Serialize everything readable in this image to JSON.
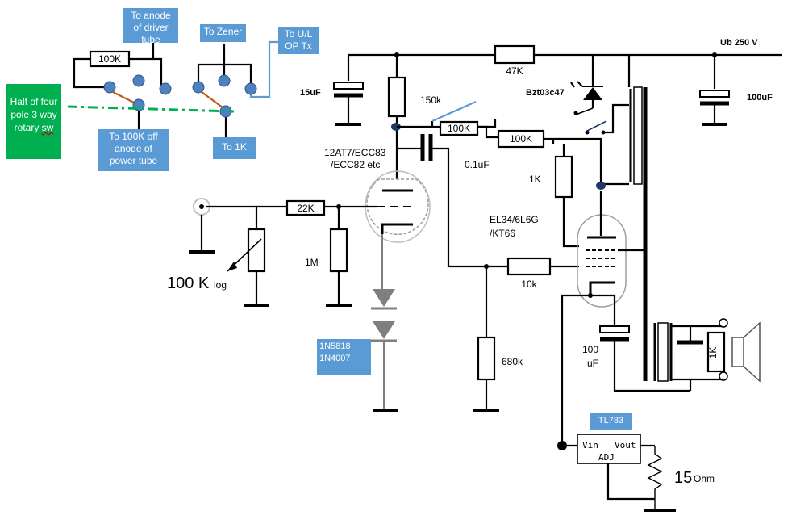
{
  "callouts": {
    "to_anode_driver": "To anode of driver tube",
    "to_zener": "To Zener",
    "to_ul": "To U/L OP Tx",
    "rotary_sw_pre": "Half of four pole 3 way rotary ",
    "rotary_sw_post": "sw",
    "to_100k_power": "To 100K off anode of power tube",
    "to_1k": "To 1K",
    "diodes_a": "1N5818",
    "diodes_b": "1N4007",
    "tl783": "TL783"
  },
  "switch": {
    "resistor": "100K"
  },
  "labels": {
    "ub": "Ub 250 V",
    "r47k": "47K",
    "c15uf": "15uF",
    "r150k": "150k",
    "bzt": "Bzt03c47",
    "c100uf_top": "100uF",
    "r100k_a": "100K",
    "r100k_b": "100K",
    "c01uf": "0.1uF",
    "tube_driver_a": "12AT7/ECC83",
    "tube_driver_b": "/ECC82 etc",
    "r1k": "1K",
    "tube_power_a": "EL34/6L6G",
    "tube_power_b": "/KT66",
    "r22k": "22K",
    "pot": "100 K",
    "pot_log": "log",
    "r1m": "1M",
    "r10k": "10k",
    "r680k": "680k",
    "c100_a": "100",
    "c100_b": "uF",
    "r1k_spk": "1K",
    "vin": "Vin",
    "vout": "Vout",
    "adj": "ADJ",
    "r15": "15",
    "r15_unit": "Ohm"
  }
}
